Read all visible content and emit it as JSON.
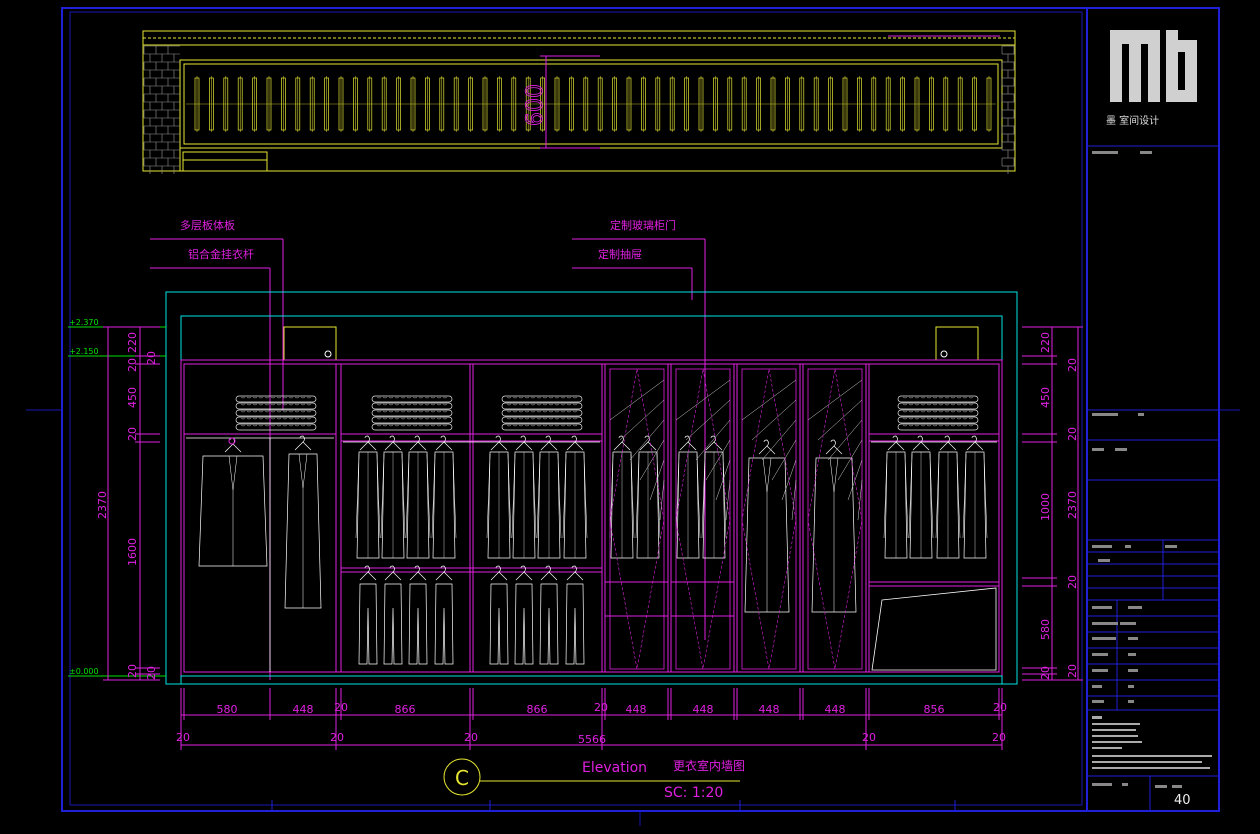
{
  "colors": {
    "background": "#000000",
    "frame": "#1f1fd0",
    "cyan": "#00e5e5",
    "magenta": "#e020e0",
    "yellow": "#e6e632",
    "white": "#ffffff",
    "gray": "#9a9a9a",
    "green": "#00e000"
  },
  "labels": {
    "multi_layer_board": "多层板体板",
    "alu_rod": "铝合金挂衣杆",
    "glass_door": "定制玻璃柜门",
    "drawer": "定制抽屉"
  },
  "plan_dim": "600",
  "elevation_levels": [
    "+2.370",
    "+2.150",
    "±0.000"
  ],
  "left_dims": {
    "total": "2370",
    "d220": "220",
    "d20a": "20",
    "d450": "450",
    "d20b": "20",
    "d1600": "1600",
    "d20c": "20",
    "d20d": "20"
  },
  "right_dims": {
    "total": "2370",
    "d220": "220",
    "d20a": "20",
    "d450": "450",
    "d20b": "20",
    "d1000": "1000",
    "d20c": "20",
    "d580": "580",
    "d20d": "20",
    "d20e": "20"
  },
  "bottom_dims": {
    "row1": [
      "580",
      "448",
      "20",
      "866",
      "866",
      "20",
      "448",
      "448",
      "448",
      "448",
      "856",
      "20"
    ],
    "row2": [
      "20",
      "20",
      "20",
      "20",
      "20"
    ],
    "total": "5566"
  },
  "view": {
    "letter": "C",
    "word": "Elevation",
    "title_cn": "更衣室内墙图",
    "scale": "SC:  1:20"
  },
  "titleblock": {
    "logo_text": "墨  室间设计",
    "page_number": "40"
  }
}
